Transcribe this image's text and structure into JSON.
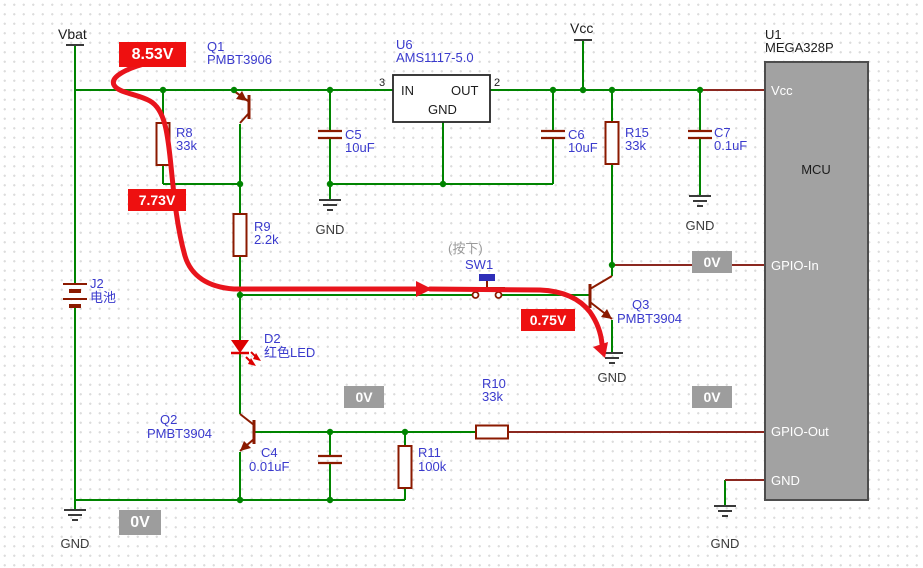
{
  "power": {
    "vbat": "Vbat",
    "vcc": "Vcc",
    "gnd": "GND"
  },
  "badges": {
    "v_bat": "8.53V",
    "v_base": "7.73V",
    "v_q3": "0.75V",
    "zero": "0V"
  },
  "components": {
    "q1": {
      "ref": "Q1",
      "value": "PMBT3906"
    },
    "q2": {
      "ref": "Q2",
      "value": "PMBT3904"
    },
    "q3": {
      "ref": "Q3",
      "value": "PMBT3904"
    },
    "u6": {
      "ref": "U6",
      "value": "AMS1117-5.0",
      "pin_in": "IN",
      "pin_out": "OUT",
      "pin_gnd": "GND",
      "num_in": "3",
      "num_out": "2"
    },
    "u1": {
      "ref": "U1",
      "value": "MEGA328P",
      "core": "MCU",
      "pin_vcc": "Vcc",
      "pin_gpio_in": "GPIO-In",
      "pin_gpio_out": "GPIO-Out",
      "pin_gnd": "GND"
    },
    "r8": {
      "ref": "R8",
      "value": "33k"
    },
    "r9": {
      "ref": "R9",
      "value": "2.2k"
    },
    "r10": {
      "ref": "R10",
      "value": "33k"
    },
    "r11": {
      "ref": "R11",
      "value": "100k"
    },
    "r15": {
      "ref": "R15",
      "value": "33k"
    },
    "c4": {
      "ref": "C4",
      "value": "0.01uF"
    },
    "c5": {
      "ref": "C5",
      "value": "10uF"
    },
    "c6": {
      "ref": "C6",
      "value": "10uF"
    },
    "c7": {
      "ref": "C7",
      "value": "0.1uF"
    },
    "d2": {
      "ref": "D2",
      "value": "红色LED"
    },
    "j2": {
      "ref": "J2",
      "value": "电池"
    },
    "sw1": {
      "ref": "SW1",
      "note": "(按下)"
    }
  },
  "colors": {
    "wire_green": "#008400",
    "mcu_net_red": "#8b2820",
    "symbol_maroon": "#8b1a00",
    "label_blue": "#3a3acd",
    "badge_red": "#ee1010",
    "badge_gray": "#9d9d9d",
    "flow_arrow_red": "#e8141c",
    "mcu_fill": "#a2a2a2",
    "led_red": "#dd0000"
  }
}
